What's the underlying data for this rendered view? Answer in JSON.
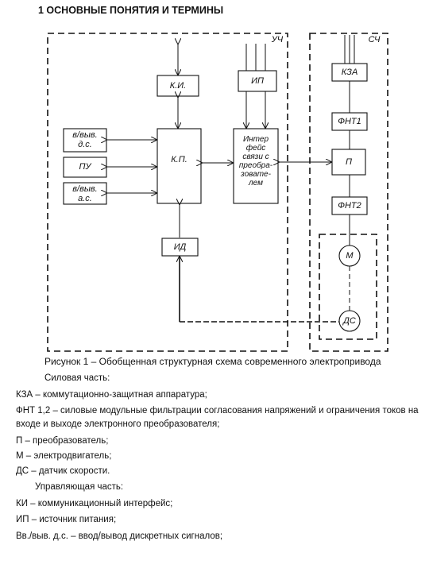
{
  "heading": "1 ОСНОВНЫЕ ПОНЯТИЯ И ТЕРМИНЫ",
  "diagram": {
    "region_uch": "УЧ",
    "region_sch": "СЧ",
    "ki": "К.И.",
    "ip": "ИП",
    "kp": "К.П.",
    "id": "ИД",
    "vv_ds": "в/выв.\nд.с.",
    "pu": "ПУ",
    "vv_as": "в/выв.\nа.с.",
    "interface": "Интер\nфейс\nсвязи с\nпреобра-\nзовате-\nлем",
    "kza": "КЗА",
    "fnt1": "ФНТ1",
    "p": "П",
    "fnt2": "ФНТ2",
    "m": "М",
    "ds": "ДС"
  },
  "caption": "Рисунок 1 – Обобщенная структурная схема современного электропривода",
  "text": {
    "power_part": "Силовая часть:",
    "kza_def": "КЗА – коммутационно-защитная аппаратура;",
    "fnt_def": "ФНТ 1,2 – силовые модульные фильтрации согласования напряжений и ограничения токов на входе и выходе электронного преобразователя;",
    "p_def": "П – преобразователь;",
    "m_def": "М – электродвигатель;",
    "ds_def": "ДС – датчик скорости.",
    "control_part": "Управляющая часть:",
    "ki_def": "КИ – коммуникационный интерфейс;",
    "ip_def": "ИП – источник питания;",
    "vv_def": "Вв./выв. д.с. – ввод/вывод дискретных сигналов;"
  }
}
